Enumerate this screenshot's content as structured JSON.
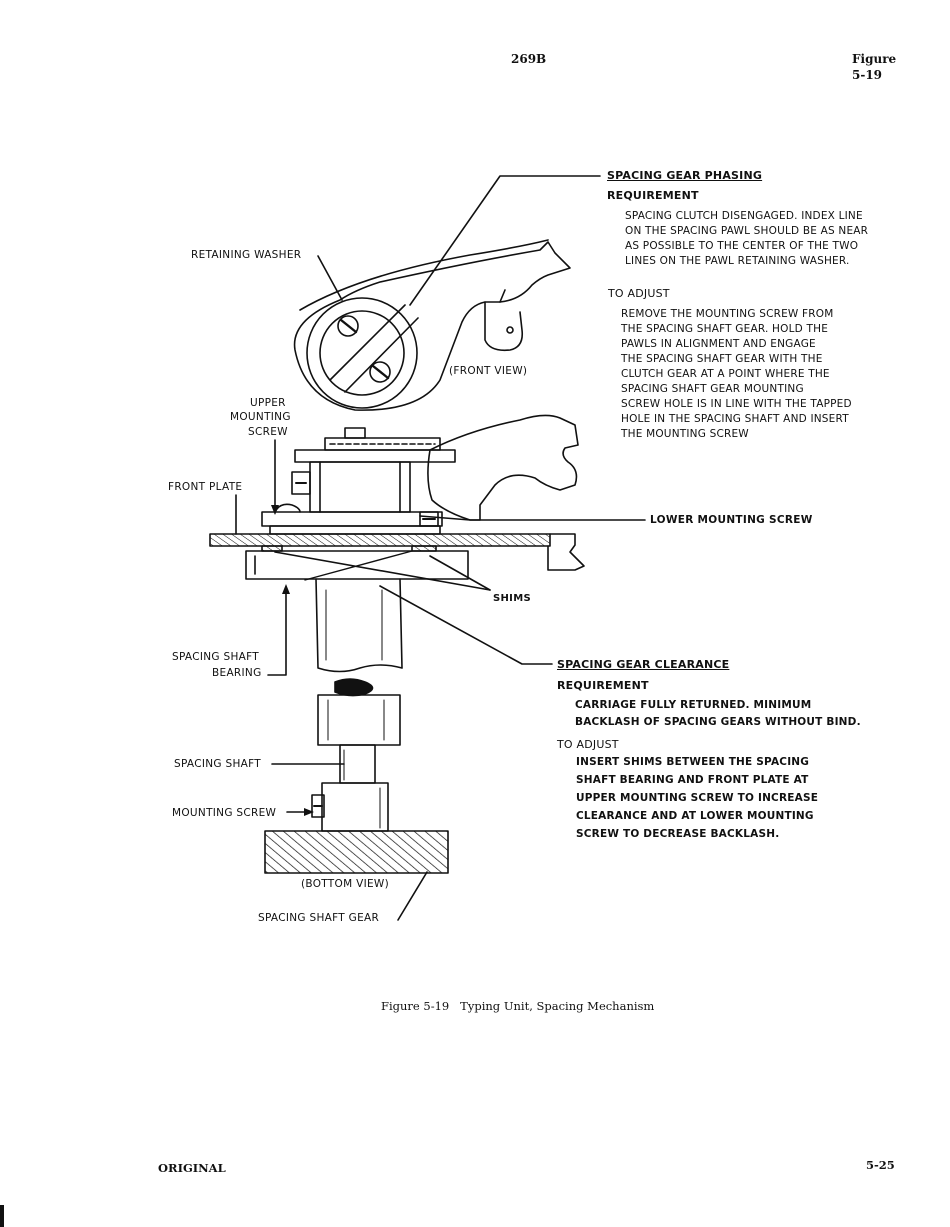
{
  "header": {
    "doc_number": "269B",
    "figure_label": "Figure",
    "figure_number": "5-19"
  },
  "phasing": {
    "title": "SPACING GEAR PHASING",
    "requirement_label": "REQUIREMENT",
    "requirement_lines": [
      "SPACING CLUTCH DISENGAGED. INDEX LINE",
      "ON THE SPACING PAWL SHOULD BE AS NEAR",
      "AS POSSIBLE TO THE CENTER OF THE TWO",
      "LINES ON THE PAWL RETAINING WASHER."
    ],
    "adjust_label": "TO ADJUST",
    "adjust_lines": [
      "REMOVE THE MOUNTING SCREW FROM",
      "THE SPACING SHAFT GEAR.  HOLD THE",
      "PAWLS IN ALIGNMENT AND ENGAGE",
      "THE SPACING SHAFT GEAR WITH THE",
      "CLUTCH GEAR AT A POINT WHERE THE",
      "SPACING SHAFT GEAR MOUNTING",
      "SCREW HOLE IS IN LINE WITH THE TAPPED",
      "HOLE IN THE SPACING SHAFT AND INSERT",
      "THE MOUNTING SCREW"
    ]
  },
  "clearance": {
    "title": "SPACING GEAR CLEARANCE",
    "requirement_label": "REQUIREMENT",
    "requirement_lines": [
      "CARRIAGE FULLY RETURNED. MINIMUM",
      "BACKLASH OF SPACING GEARS WITHOUT BIND."
    ],
    "adjust_label": "TO ADJUST",
    "adjust_lines": [
      "INSERT SHIMS BETWEEN THE SPACING",
      "SHAFT BEARING AND FRONT PLATE AT",
      "UPPER MOUNTING SCREW TO INCREASE",
      "CLEARANCE AND AT LOWER MOUNTING",
      "SCREW TO DECREASE BACKLASH."
    ]
  },
  "labels": {
    "retaining_washer": "RETAINING WASHER",
    "front_view": "(FRONT VIEW)",
    "upper_mounting_screw": [
      "UPPER",
      "MOUNTING",
      "SCREW"
    ],
    "front_plate": "FRONT PLATE",
    "lower_mounting_screw": "LOWER MOUNTING SCREW",
    "shims": "SHIMS",
    "spacing_shaft_bearing": [
      "SPACING SHAFT",
      "BEARING"
    ],
    "spacing_shaft": "SPACING SHAFT",
    "mounting_screw": "MOUNTING SCREW",
    "bottom_view": "(BOTTOM VIEW)",
    "spacing_shaft_gear": "SPACING SHAFT GEAR"
  },
  "caption": "Figure 5-19   Typing Unit, Spacing Mechanism",
  "footer": {
    "left": "ORIGINAL",
    "right": "5-25"
  }
}
